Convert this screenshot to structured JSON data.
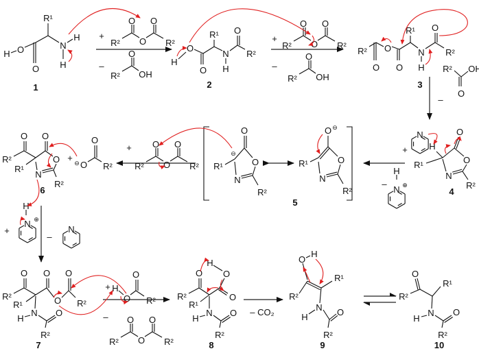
{
  "title": "Dakin–West reaction mechanism",
  "atoms": {
    "R1": "R¹",
    "R2": "R²",
    "O": "O",
    "N": "N",
    "H": "H",
    "OH": "OH",
    "plus": "+",
    "minus": "–",
    "neg": "⊖",
    "pos": "⊕"
  },
  "compounds": [
    "1",
    "2",
    "3",
    "4",
    "5",
    "6",
    "7",
    "8",
    "9",
    "10"
  ],
  "decarboxylation_label": "– CO₂",
  "colors": {
    "bonds": "#111111",
    "electron_arrows": "#e02020"
  }
}
